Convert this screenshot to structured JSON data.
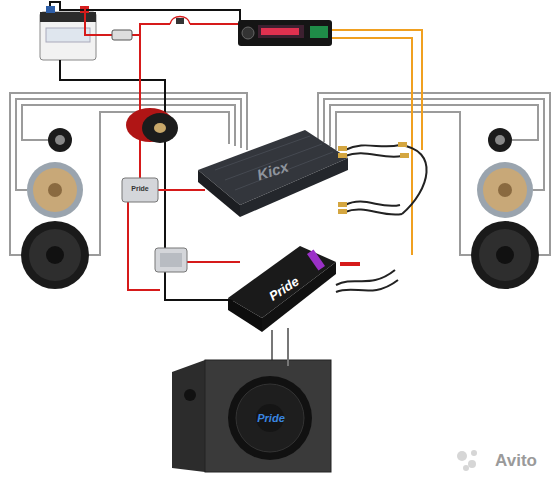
{
  "diagram": {
    "nodes": [
      {
        "text": [
          "Kicx"
        ]
      },
      {
        "text": [
          "Pride"
        ]
      },
      {
        "text": [
          "Pride"
        ]
      }
    ],
    "edges": [
      {
        "from": 1,
        "to": 2,
        "arrow": "none"
      }
    ],
    "labels": [
      "Pride",
      "Avito"
    ]
  }
}
